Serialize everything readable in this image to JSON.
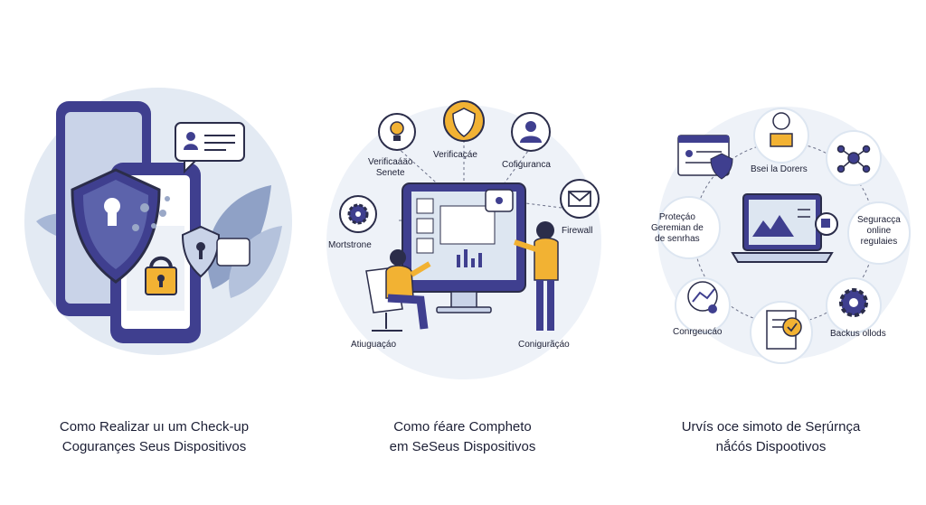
{
  "panels": [
    {
      "caption": [
        "Como Realizar uı um Check-up",
        "Cogurançes Seus Dispositivos"
      ],
      "labels": []
    },
    {
      "caption": [
        "Como ŕéare Compheto",
        "em SeSeus Dispositivos"
      ],
      "labels": {
        "verif_senete": [
          "Verificaáäo",
          "Senete"
        ],
        "verificacao": "Verificaçáe",
        "configuranca": "Cofiguranca",
        "firewall": "Firewall",
        "mortstro": "Mortstrone",
        "atiuguacao": "Atiuguaçáo",
        "configuracao": "Conigurãçáo"
      }
    },
    {
      "caption": [
        "Urvís oce simoto de Seŗúrnça",
        "nắćós Dispootivos"
      ],
      "labels": {
        "bsei": "Bsei la Dorers",
        "protecao": [
          "Proteçáo",
          "Geremian de",
          "de senrhas"
        ],
        "seguracca": [
          "Seguracça",
          "online",
          "regulaies"
        ],
        "conrgeucao": "Conrgeucáo",
        "backus": "Backus ollods"
      }
    }
  ],
  "colors": {
    "navy": "#3f3f8f",
    "light_blue": "#dde6f1",
    "gold": "#f2b233",
    "outline": "#2b2d4a"
  },
  "icons": [
    "phone-icon",
    "shield-lock-icon",
    "padlock-icon",
    "chat-bubble-icon",
    "bulb-icon",
    "shield-check-icon",
    "user-icon",
    "gear-icon",
    "mail-icon",
    "monitor-icon",
    "person-icon",
    "network-icon",
    "document-icon",
    "laptop-icon"
  ]
}
